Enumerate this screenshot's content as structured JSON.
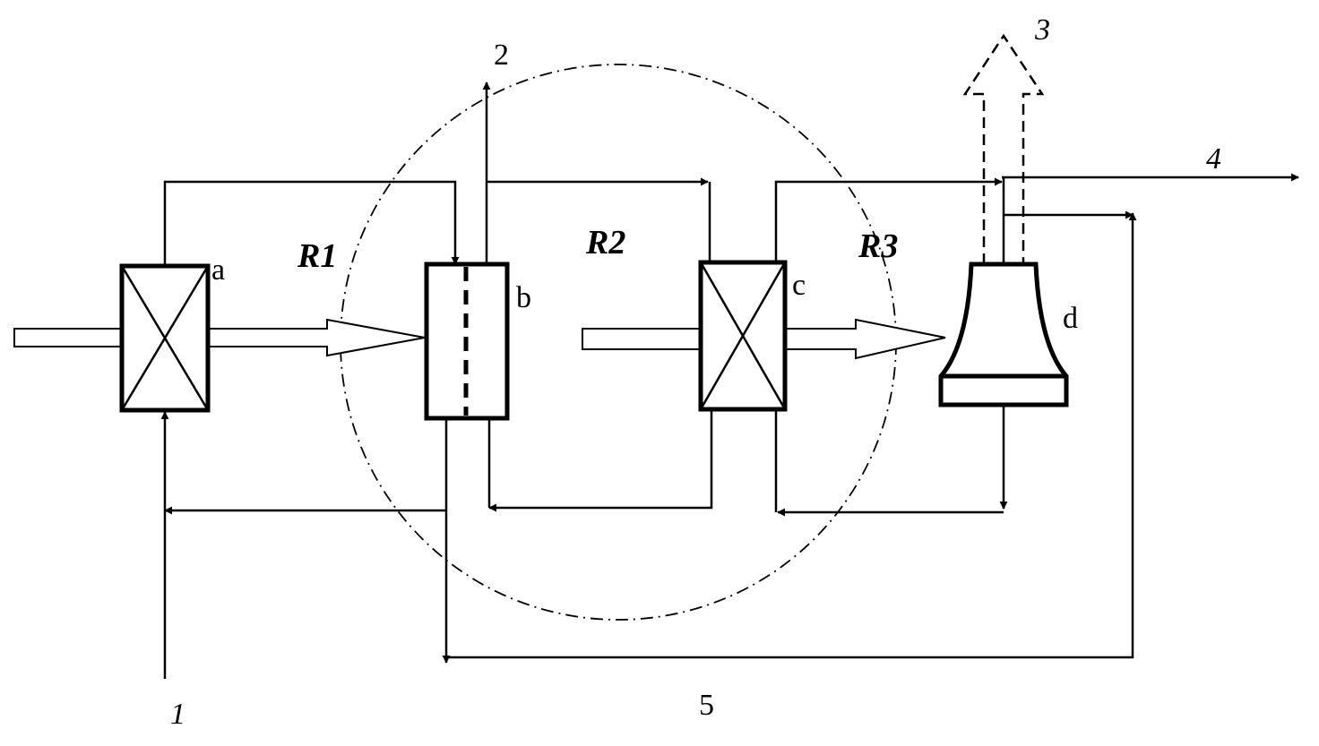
{
  "diagram": {
    "units": {
      "a": "a",
      "b": "b",
      "c": "c",
      "d": "d"
    },
    "regions": {
      "r1": "R1",
      "r2": "R2",
      "r3": "R3"
    },
    "streams": {
      "s1": "1",
      "s2": "2",
      "s3": "3",
      "s4": "4",
      "s5": "5"
    }
  }
}
